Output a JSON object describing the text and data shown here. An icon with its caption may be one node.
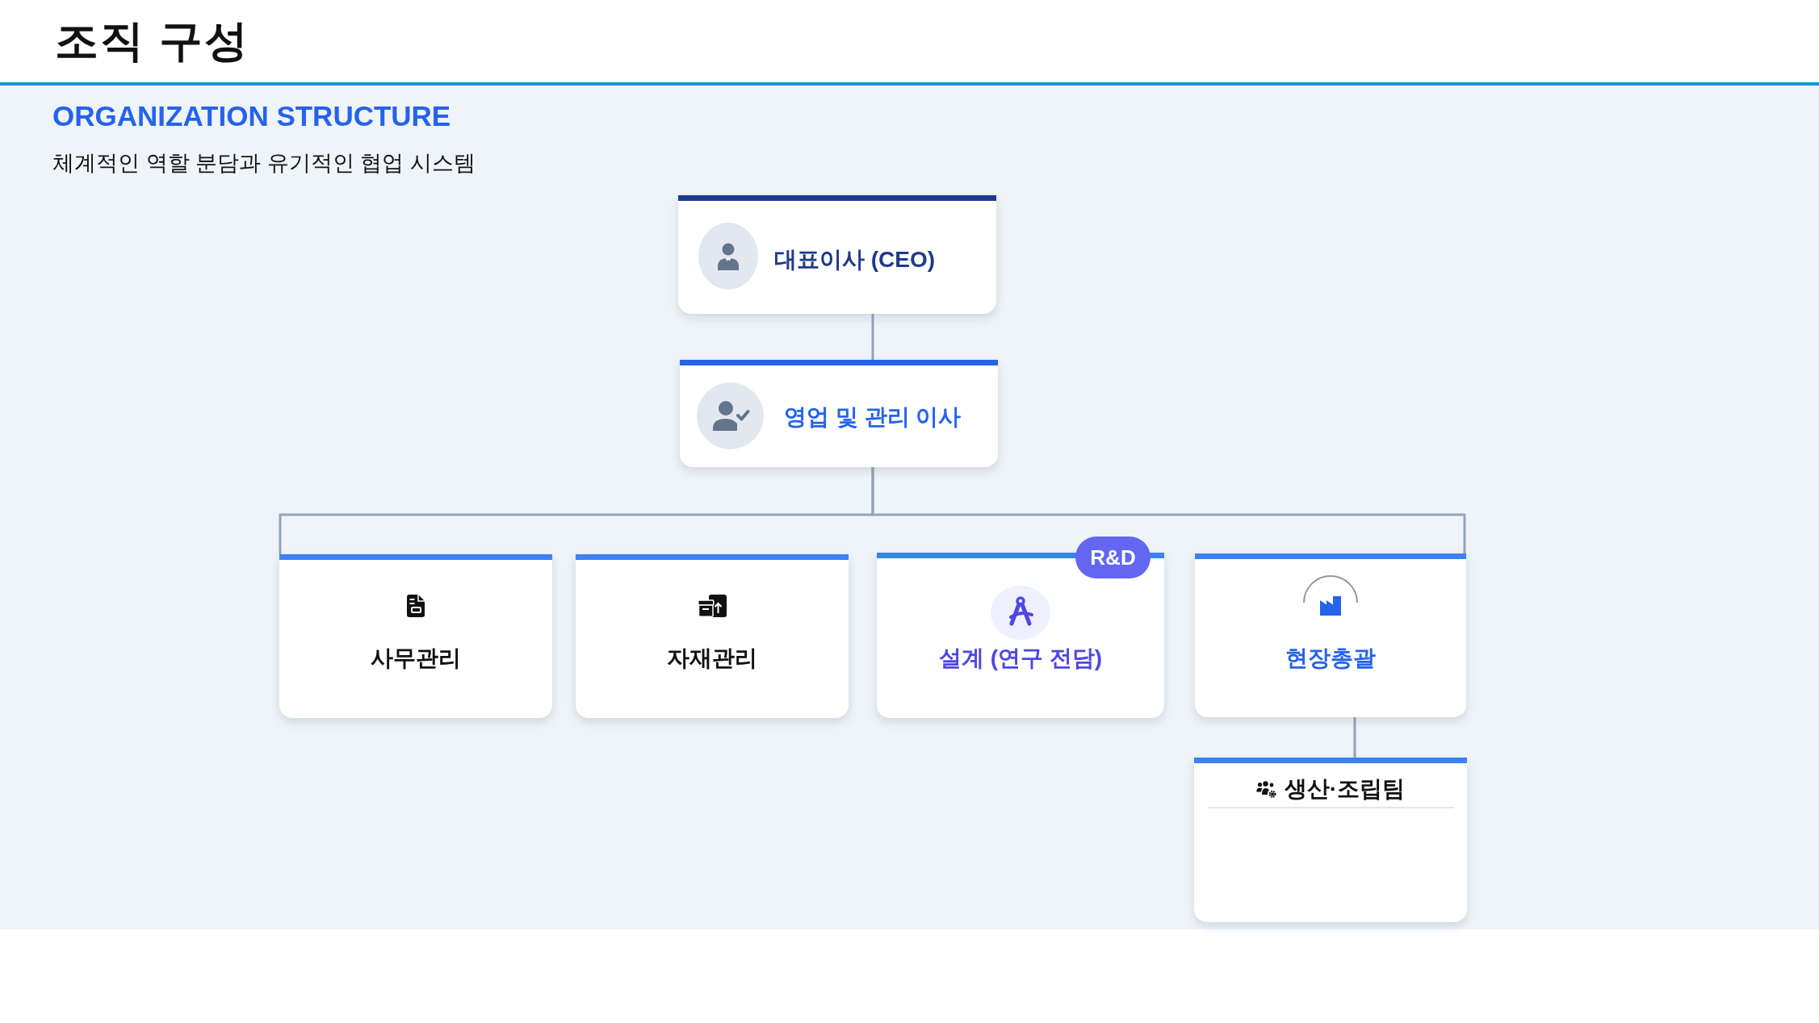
{
  "diagram": {
    "title": "조직 구성",
    "nodes": [
      {
        "text": [
          "대표이사 (CEO)"
        ]
      },
      {
        "text": [
          "영업 및 관리 이사"
        ]
      },
      {
        "text": [
          "사무관리"
        ]
      },
      {
        "text": [
          "자재관리"
        ]
      },
      {
        "text": [
          "R&D",
          "설계 (연구 전담)"
        ]
      },
      {
        "text": [
          "현장총괄"
        ]
      },
      {
        "text": [
          "생산·조립팀"
        ]
      }
    ],
    "edges": [
      {
        "from": 0,
        "to": 1,
        "arrow": "none"
      },
      {
        "from": 1,
        "to": 2,
        "arrow": "none"
      },
      {
        "from": 1,
        "to": 5,
        "arrow": "none"
      },
      {
        "from": 5,
        "to": 6,
        "arrow": "none"
      }
    ],
    "labels": [
      "ORGANIZATION STRUCTURE",
      "체계적인 역할 분담과 유기적인 협업 시스템"
    ]
  }
}
